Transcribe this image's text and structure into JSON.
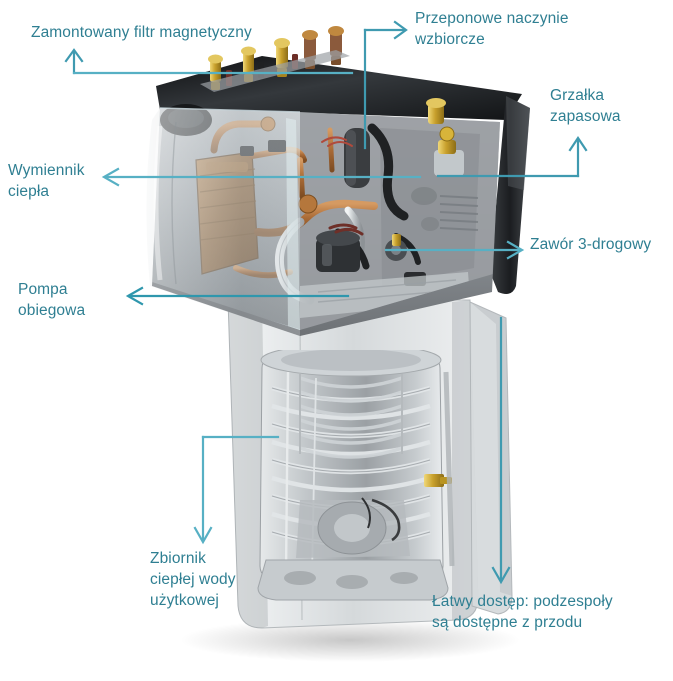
{
  "figure": {
    "type": "technical-cutaway-diagram",
    "subject": "Pompa ciepła z wbudowanym zbiornikiem ciepłej wody użytkowej",
    "language": "pl",
    "background_color": "#ffffff",
    "label_color": "#2f7f92",
    "leader_color": "#3a93a8",
    "leader_color_light": "#6fc0d0"
  },
  "callouts": [
    {
      "id": "filtr-magnetyczny",
      "text": "Zamontowany filtr magnetyczny",
      "arrow_direction": "up",
      "leader_shape": "L-horizontal-then-up"
    },
    {
      "id": "naczynie-wzbiorcze",
      "text": "Przeponowe naczynie\nwzbiorcze",
      "arrow_direction": "right",
      "leader_shape": "L-vertical-then-right"
    },
    {
      "id": "grzalka-zapasowa",
      "text": "Grzałka\nzapasowa",
      "arrow_direction": "up",
      "leader_shape": "L-horizontal-then-up"
    },
    {
      "id": "wymiennik-ciepla",
      "text": "Wymiennik\nciepła",
      "arrow_direction": "left",
      "leader_shape": "straight-horizontal"
    },
    {
      "id": "pompa-obiegowa",
      "text": "Pompa\nobiegowa",
      "arrow_direction": "left",
      "leader_shape": "straight-horizontal"
    },
    {
      "id": "zawor-3-drogowy",
      "text": "Zawór 3-drogowy",
      "arrow_direction": "right",
      "leader_shape": "straight-horizontal"
    },
    {
      "id": "zbiornik-cwu",
      "text": "Zbiornik\nciepłej wody\nużytkowej",
      "arrow_direction": "down",
      "leader_shape": "L-horizontal-then-down"
    },
    {
      "id": "latwy-dostep",
      "text": "Łatwy dostęp: podzespoły\nsą dostępne z przodu",
      "arrow_direction": "down",
      "leader_shape": "straight-vertical"
    }
  ],
  "product": {
    "casing_color": "#c9ccce",
    "casing_dark_color": "#2b2d30",
    "panel_color": "#a9adb1",
    "heat_exchanger_color": "#9a6a3c",
    "copper_pipe_color": "#b06a38",
    "brass_fitting_color": "#c9a227",
    "tank_color": "#b8bdc0",
    "coil_color": "#d3d7da",
    "components_visible": [
      "brass-valves-top",
      "magnetic-filter",
      "expansion-vessel",
      "plate-heat-exchanger",
      "circulation-pump",
      "3-way-valve",
      "backup-heater",
      "dhw-tank-with-coil"
    ]
  }
}
